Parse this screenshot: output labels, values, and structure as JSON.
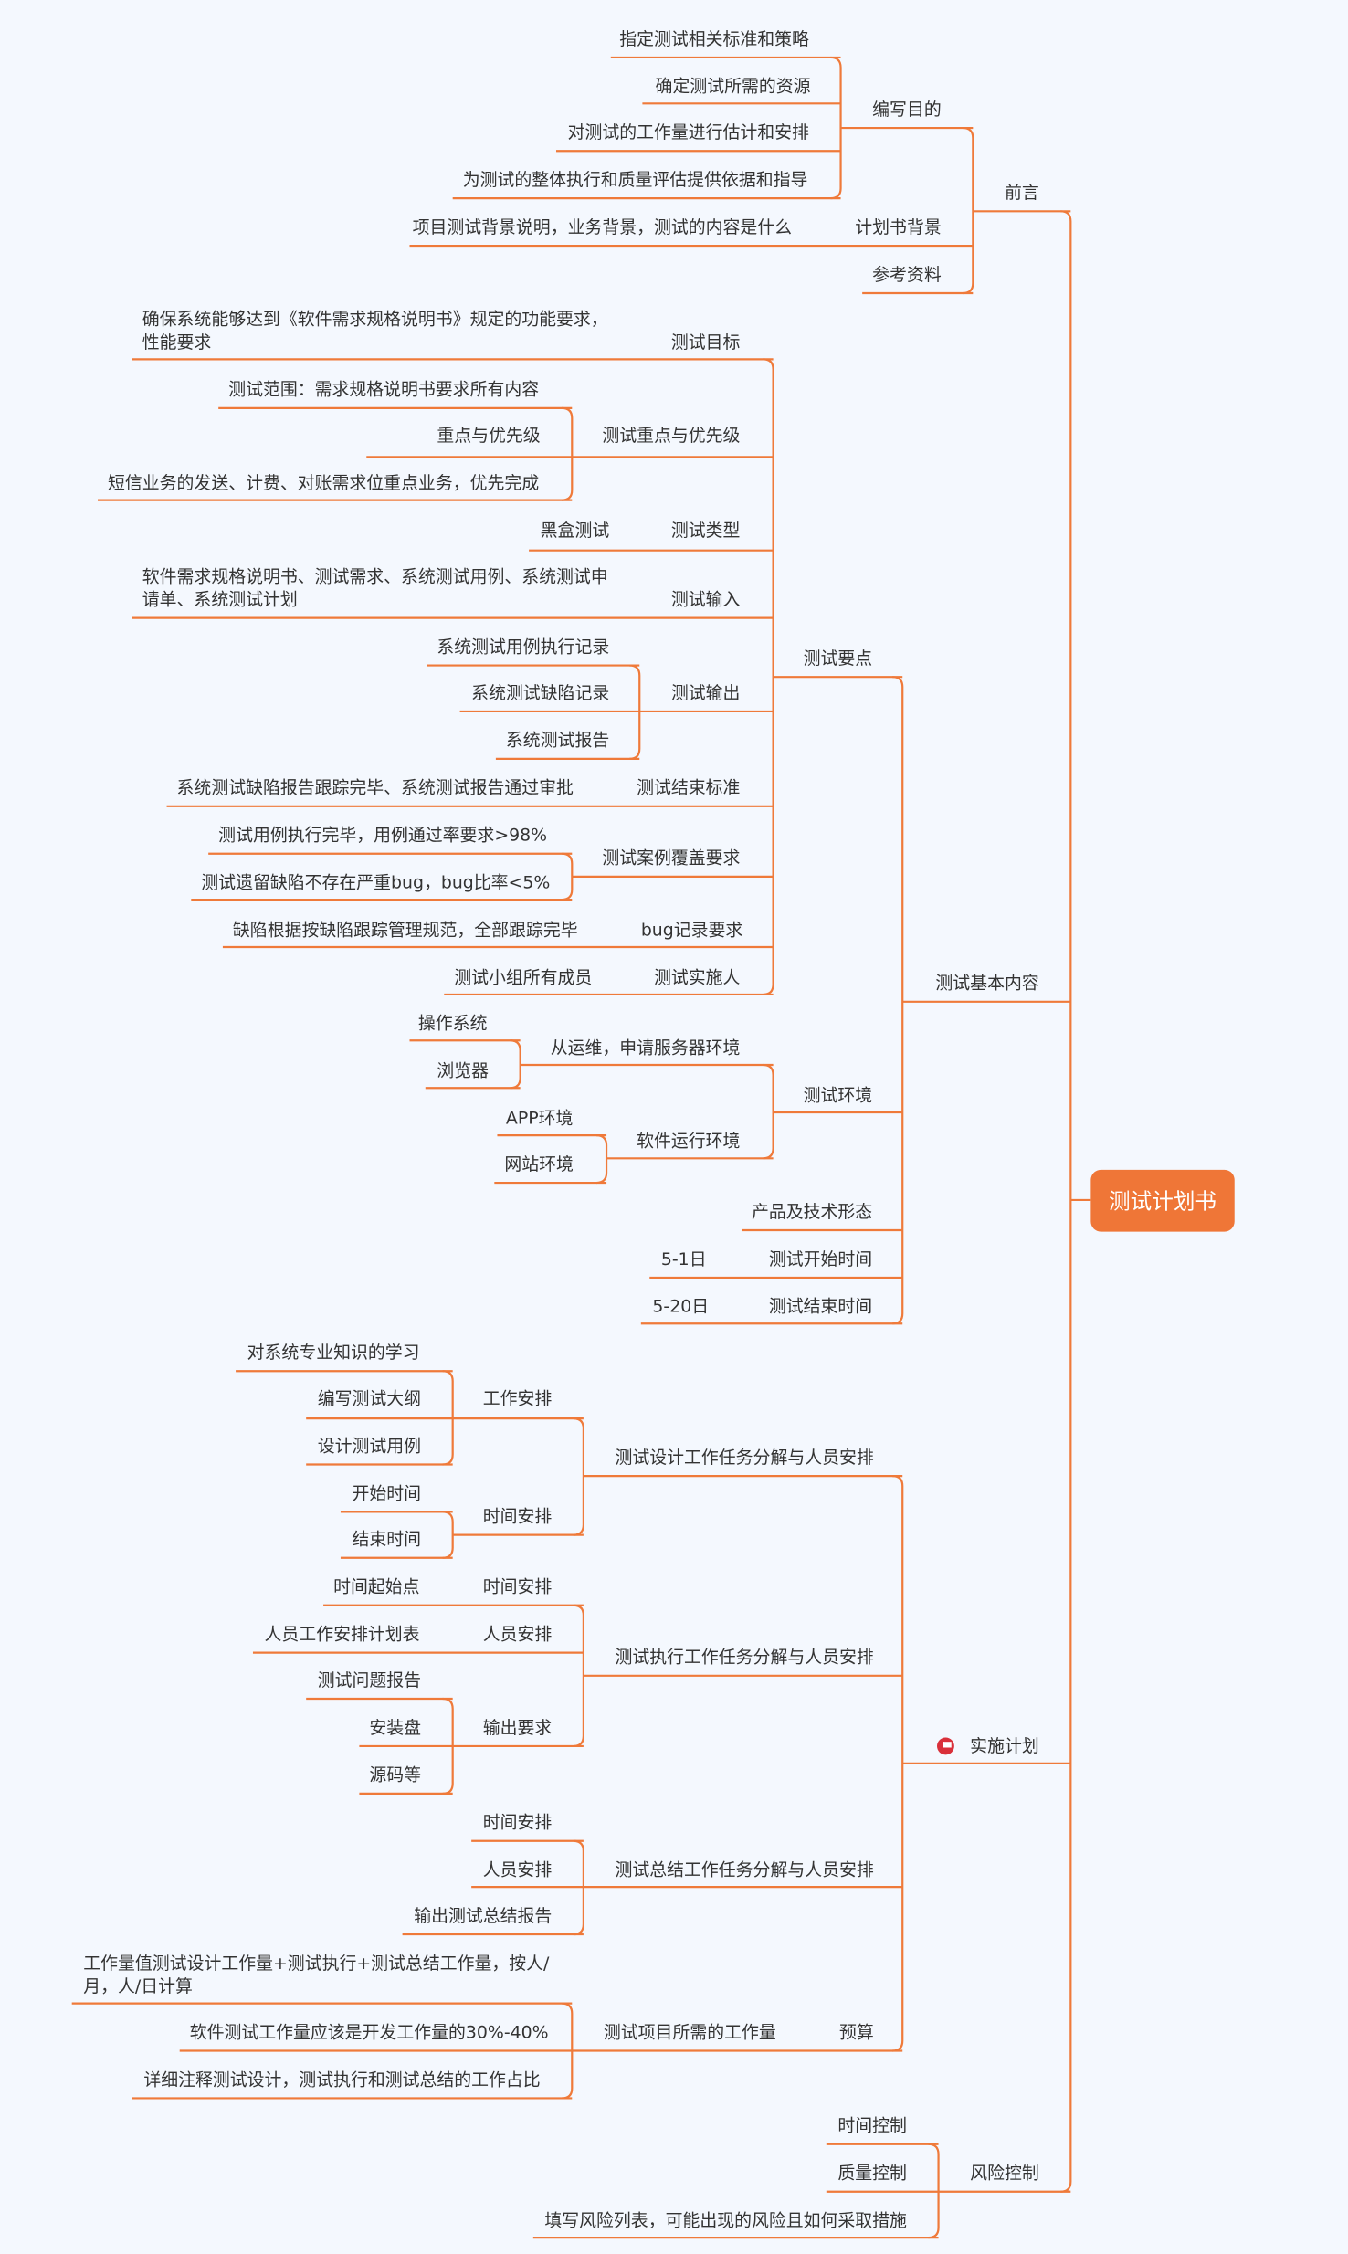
{
  "root": "测试计划书",
  "colors": {
    "line": "#ef7a3a",
    "root_bg": "#ef7637",
    "background": "#f4f8fe",
    "flag": "#d9303a"
  },
  "preface": {
    "label": "前言",
    "purpose": {
      "label": "编写目的",
      "items": [
        "指定测试相关标准和策略",
        "确定测试所需的资源",
        "对测试的工作量进行估计和安排",
        "为测试的整体执行和质量评估提供依据和指导"
      ]
    },
    "background": {
      "label": "计划书背景",
      "detail": "项目测试背景说明，业务背景，测试的内容是什么"
    },
    "references": "参考资料"
  },
  "basics": {
    "label": "测试基本内容",
    "keypoints": {
      "label": "测试要点",
      "goal": {
        "label": "测试目标",
        "detail": [
          "确保系统能够达到《软件需求规格说明书》规定的功能要求，",
          "性能要求"
        ]
      },
      "focus": {
        "label": "测试重点与优先级",
        "scope": "测试范围：需求规格说明书要求所有内容",
        "priority": "重点与优先级",
        "sms": "短信业务的发送、计费、对账需求位重点业务，优先完成"
      },
      "type": {
        "label": "测试类型",
        "value": "黑盒测试"
      },
      "input": {
        "label": "测试输入",
        "detail": [
          "软件需求规格说明书、测试需求、系统测试用例、系统测试申",
          "请单、系统测试计划"
        ]
      },
      "output": {
        "label": "测试输出",
        "items": [
          "系统测试用例执行记录",
          "系统测试缺陷记录",
          "系统测试报告"
        ]
      },
      "exit": {
        "label": "测试结束标准",
        "value": "系统测试缺陷报告跟踪完毕、系统测试报告通过审批"
      },
      "coverage": {
        "label": "测试案例覆盖要求",
        "items": [
          "测试用例执行完毕，用例通过率要求>98%",
          "测试遗留缺陷不存在严重bug，bug比率<5%"
        ]
      },
      "bug": {
        "label": "bug记录要求",
        "value": "缺陷根据按缺陷跟踪管理规范，全部跟踪完毕"
      },
      "staff": {
        "label": "测试实施人",
        "value": "测试小组所有成员"
      }
    },
    "env": {
      "label": "测试环境",
      "server": {
        "label": "从运维，申请服务器环境",
        "items": [
          "操作系统",
          "浏览器"
        ]
      },
      "runtime": {
        "label": "软件运行环境",
        "items": [
          "APP环境",
          "网站环境"
        ]
      }
    },
    "product": "产品及技术形态",
    "start": {
      "label": "测试开始时间",
      "value": "5-1日"
    },
    "end": {
      "label": "测试结束时间",
      "value": "5-20日"
    }
  },
  "plan": {
    "label": "实施计划",
    "design": {
      "label": "测试设计工作任务分解与人员安排",
      "work": {
        "label": "工作安排",
        "items": [
          "对系统专业知识的学习",
          "编写测试大纲",
          "设计测试用例"
        ]
      },
      "time": {
        "label": "时间安排",
        "items": [
          "开始时间",
          "结束时间"
        ]
      }
    },
    "exec": {
      "label": "测试执行工作任务分解与人员安排",
      "time": {
        "label": "时间安排",
        "value": "时间起始点"
      },
      "staff": {
        "label": "人员安排",
        "value": "人员工作安排计划表"
      },
      "output": {
        "label": "输出要求",
        "items": [
          "测试问题报告",
          "安装盘",
          "源码等"
        ]
      }
    },
    "summary": {
      "label": "测试总结工作任务分解与人员安排",
      "items": [
        "时间安排",
        "人员安排",
        "输出测试总结报告"
      ]
    },
    "budget": {
      "label": "预算",
      "workload": {
        "label": "测试项目所需的工作量",
        "items": [
          [
            "工作量值测试设计工作量+测试执行+测试总结工作量，按人/",
            "月，人/日计算"
          ],
          "软件测试工作量应该是开发工作量的30%-40%",
          "详细注释测试设计，测试执行和测试总结的工作占比"
        ]
      }
    }
  },
  "risk": {
    "label": "风险控制",
    "items": [
      "时间控制",
      "质量控制",
      "填写风险列表，可能出现的风险且如何采取措施"
    ]
  }
}
